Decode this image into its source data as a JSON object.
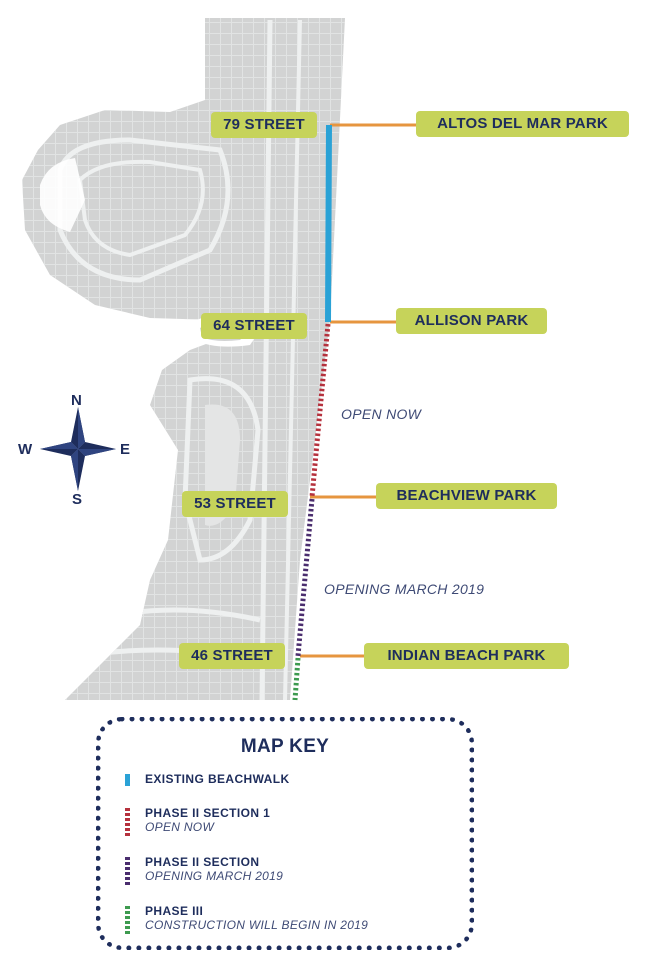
{
  "colors": {
    "land": "#d2d3d3",
    "streets": "#eef0f0",
    "label_bg": "#c6d35a",
    "label_text": "#1e2d5c",
    "connector": "#e6953f",
    "existing_beachwalk": "#2aa2d6",
    "phase2_section1": "#b5313d",
    "phase2_section2": "#4a2d6e",
    "phase3": "#3d9a4f",
    "compass": "#1e2d5c"
  },
  "streets": [
    "79 STREET",
    "64 STREET",
    "53 STREET",
    "46 STREET"
  ],
  "parks": [
    "ALTOS DEL MAR PARK",
    "ALLISON PARK",
    "BEACHVIEW PARK",
    "INDIAN BEACH PARK"
  ],
  "status_labels": {
    "open_now": "OPEN NOW",
    "opening": "OPENING MARCH 2019"
  },
  "compass": {
    "n": "N",
    "s": "S",
    "e": "E",
    "w": "W",
    "icon": "compass-rose-icon"
  },
  "map_key": {
    "title": "MAP KEY",
    "items": [
      {
        "label": "EXISTING BEACHWALK",
        "sublabel": "",
        "style": "solid",
        "color": "#2aa2d6"
      },
      {
        "label": "PHASE II SECTION 1",
        "sublabel": "OPEN NOW",
        "style": "dashed",
        "color": "#b5313d"
      },
      {
        "label": "PHASE II SECTION",
        "sublabel": "OPENING MARCH 2019",
        "style": "dashed",
        "color": "#4a2d6e"
      },
      {
        "label": "PHASE III",
        "sublabel": "CONSTRUCTION WILL BEGIN IN 2019",
        "style": "dashed",
        "color": "#3d9a4f"
      }
    ]
  }
}
